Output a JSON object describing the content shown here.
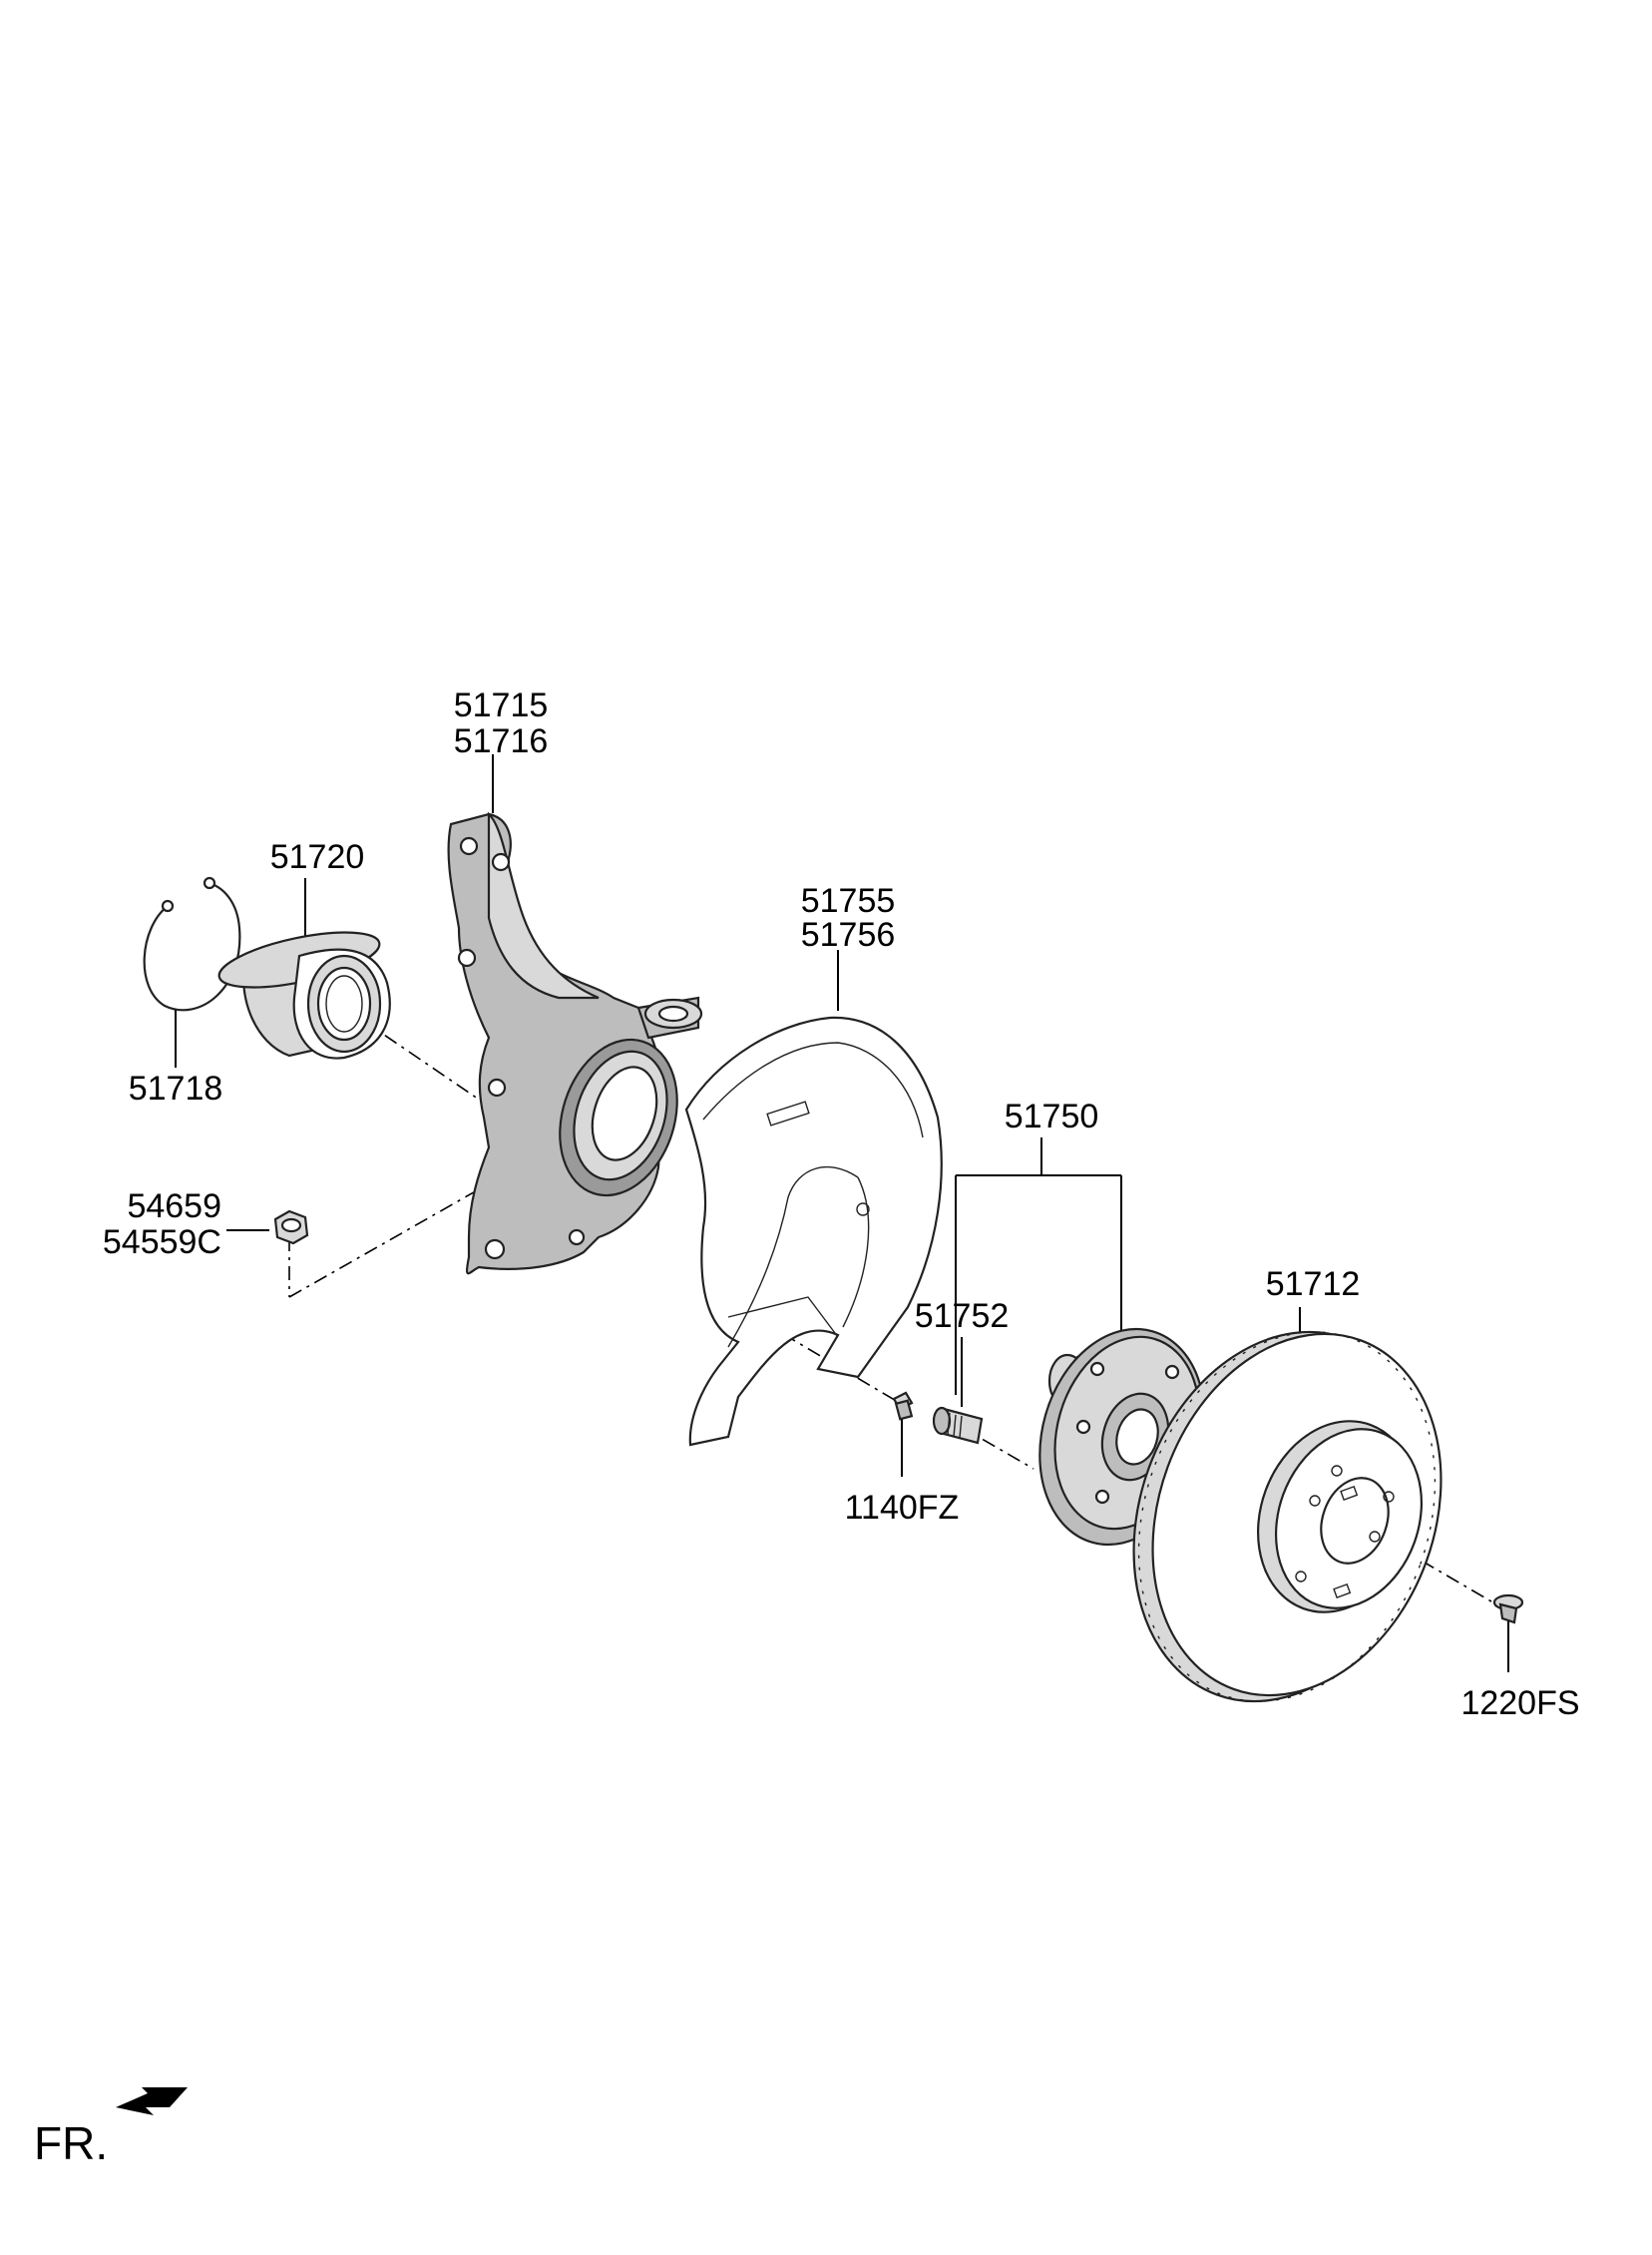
{
  "labels": {
    "knuckle": [
      "51715",
      "51716"
    ],
    "bearing": "51720",
    "snap_ring": "51718",
    "nut": [
      "54659",
      "54559C"
    ],
    "dust_cover": [
      "51755",
      "51756"
    ],
    "hub_assy": "51750",
    "hub_bolt": "51752",
    "cover_screw": "1140FZ",
    "disc": "51712",
    "disc_screw": "1220FS",
    "front_marker": "FR."
  }
}
